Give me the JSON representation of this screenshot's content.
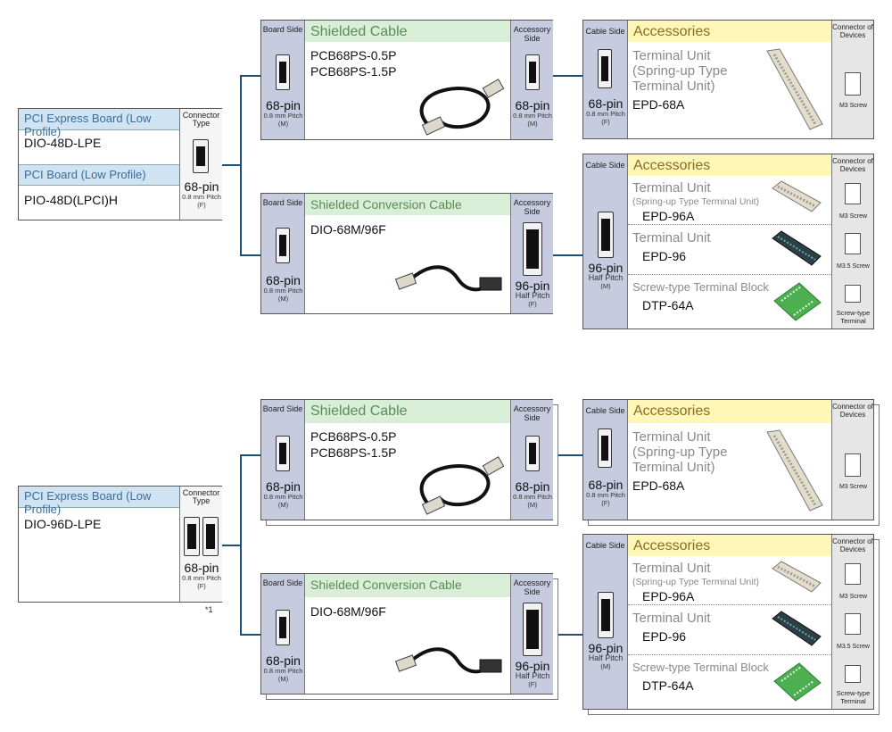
{
  "upper": {
    "board": {
      "pcie_header": "PCI Express Board (Low Profile)",
      "pcie_model": "DIO-48D-LPE",
      "pci_header": "PCI Board (Low Profile)",
      "pci_model": "PIO-48D(LPCI)H",
      "connector_type_label": "Connector Type",
      "pin": "68-pin",
      "pitch": "0.8 mm Pitch",
      "gender": "(F)"
    },
    "cable1": {
      "board_side": "Board Side",
      "title": "Shielded Cable",
      "models": [
        "PCB68PS-0.5P",
        "PCB68PS-1.5P"
      ],
      "accessory_side": "Accessory Side",
      "left_pin": "68-pin",
      "left_pitch": "0.8 mm Pitch",
      "left_gender": "(M)",
      "right_pin": "68-pin",
      "right_pitch": "0.8 mm Pitch",
      "right_gender": "(M)"
    },
    "cable2": {
      "board_side": "Board Side",
      "title": "Shielded Conversion Cable",
      "model": "DIO-68M/96F",
      "accessory_side": "Accessory Side",
      "left_pin": "68-pin",
      "left_pitch": "0.8 mm Pitch",
      "left_gender": "(M)",
      "right_pin": "96-pin",
      "right_pitch": "Half Pitch",
      "right_gender": "(F)"
    },
    "acc1": {
      "cable_side": "Cable Side",
      "title": "Accessories",
      "connector_of_devices": "Connector of Devices",
      "item_title": "Terminal Unit (Spring-up Type Terminal Unit)",
      "item_title_l1": "Terminal Unit",
      "item_title_l2": "(Spring-up Type",
      "item_title_l3": "Terminal Unit)",
      "item_model": "EPD-68A",
      "pin": "68-pin",
      "pitch": "0.8 mm Pitch",
      "gender": "(F)",
      "device": "M3 Screw"
    },
    "acc2": {
      "cable_side": "Cable Side",
      "title": "Accessories",
      "connector_of_devices": "Connector of Devices",
      "pin": "96-pin",
      "pitch": "Half Pitch",
      "gender": "(M)",
      "items": [
        {
          "title": "Terminal Unit",
          "subtitle": "(Spring-up Type Terminal Unit)",
          "model": "EPD-96A",
          "device": "M3 Screw"
        },
        {
          "title": "Terminal Unit",
          "subtitle": "",
          "model": "EPD-96",
          "device": "M3.5 Screw"
        },
        {
          "title": "Screw-type Terminal Block",
          "subtitle": "",
          "model": "DTP-64A",
          "device": "Screw-type Terminal"
        }
      ]
    }
  },
  "lower": {
    "board": {
      "pcie_header": "PCI Express Board (Low Profile)",
      "pcie_model": "DIO-96D-LPE",
      "connector_type_label": "Connector Type",
      "pin": "68-pin",
      "pitch": "0.8 mm Pitch",
      "gender": "(F)",
      "footnote": "*1"
    },
    "cable1": {
      "board_side": "Board Side",
      "title": "Shielded Cable",
      "models": [
        "PCB68PS-0.5P",
        "PCB68PS-1.5P"
      ],
      "accessory_side": "Accessory Side",
      "left_pin": "68-pin",
      "left_pitch": "0.8 mm Pitch",
      "left_gender": "(M)",
      "right_pin": "68-pin",
      "right_pitch": "0.8 mm Pitch",
      "right_gender": "(M)"
    },
    "cable2": {
      "board_side": "Board Side",
      "title": "Shielded Conversion Cable",
      "model": "DIO-68M/96F",
      "accessory_side": "Accessory Side",
      "left_pin": "68-pin",
      "left_pitch": "0.8 mm Pitch",
      "left_gender": "(M)",
      "right_pin": "96-pin",
      "right_pitch": "Half Pitch",
      "right_gender": "(F)"
    },
    "acc1": {
      "cable_side": "Cable Side",
      "title": "Accessories",
      "connector_of_devices": "Connector of Devices",
      "item_title_l1": "Terminal Unit",
      "item_title_l2": "(Spring-up Type",
      "item_title_l3": "Terminal Unit)",
      "item_model": "EPD-68A",
      "pin": "68-pin",
      "pitch": "0.8 mm Pitch",
      "gender": "(F)",
      "device": "M3 Screw"
    },
    "acc2": {
      "cable_side": "Cable Side",
      "title": "Accessories",
      "connector_of_devices": "Connector of Devices",
      "pin": "96-pin",
      "pitch": "Half Pitch",
      "gender": "(M)",
      "items": [
        {
          "title": "Terminal Unit",
          "subtitle": "(Spring-up Type Terminal Unit)",
          "model": "EPD-96A",
          "device": "M3 Screw"
        },
        {
          "title": "Terminal Unit",
          "subtitle": "",
          "model": "EPD-96",
          "device": "M3.5 Screw"
        },
        {
          "title": "Screw-type Terminal Block",
          "subtitle": "",
          "model": "DTP-64A",
          "device": "Screw-type Terminal"
        }
      ]
    }
  },
  "colors": {
    "line": "#1f4e79",
    "blue_header": "#cfe3f3",
    "green_header": "#d9eed7",
    "yellow_header": "#fff7b8",
    "side_column": "#c6cbe0"
  }
}
